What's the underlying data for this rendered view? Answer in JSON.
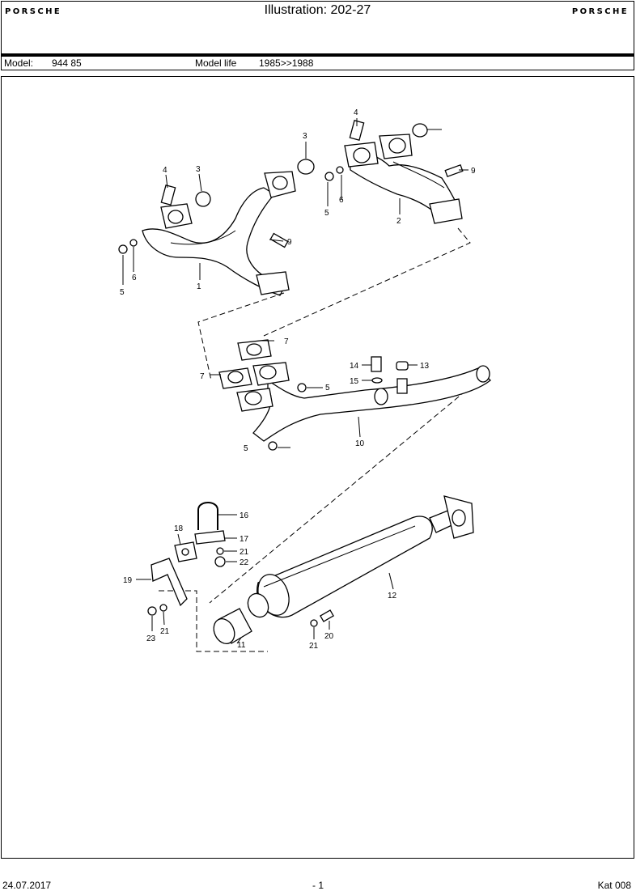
{
  "header": {
    "logo_left": "PORSCHE",
    "logo_right": "PORSCHE",
    "title": "Illustration: 202-27"
  },
  "model_bar": {
    "model_label": "Model:",
    "model_value": "944 85",
    "life_label": "Model life",
    "life_value": "1985>>1988"
  },
  "diagram": {
    "callouts": [
      "1",
      "2",
      "3",
      "3",
      "4",
      "4",
      "5",
      "5",
      "5",
      "5",
      "6",
      "6",
      "7",
      "7",
      "9",
      "9",
      "10",
      "11",
      "12",
      "13",
      "14",
      "15",
      "16",
      "17",
      "18",
      "19",
      "20",
      "21",
      "21",
      "21",
      "22",
      "23"
    ]
  },
  "footer": {
    "date": "24.07.2017",
    "page": "- 1",
    "catalog": "Kat 008"
  }
}
